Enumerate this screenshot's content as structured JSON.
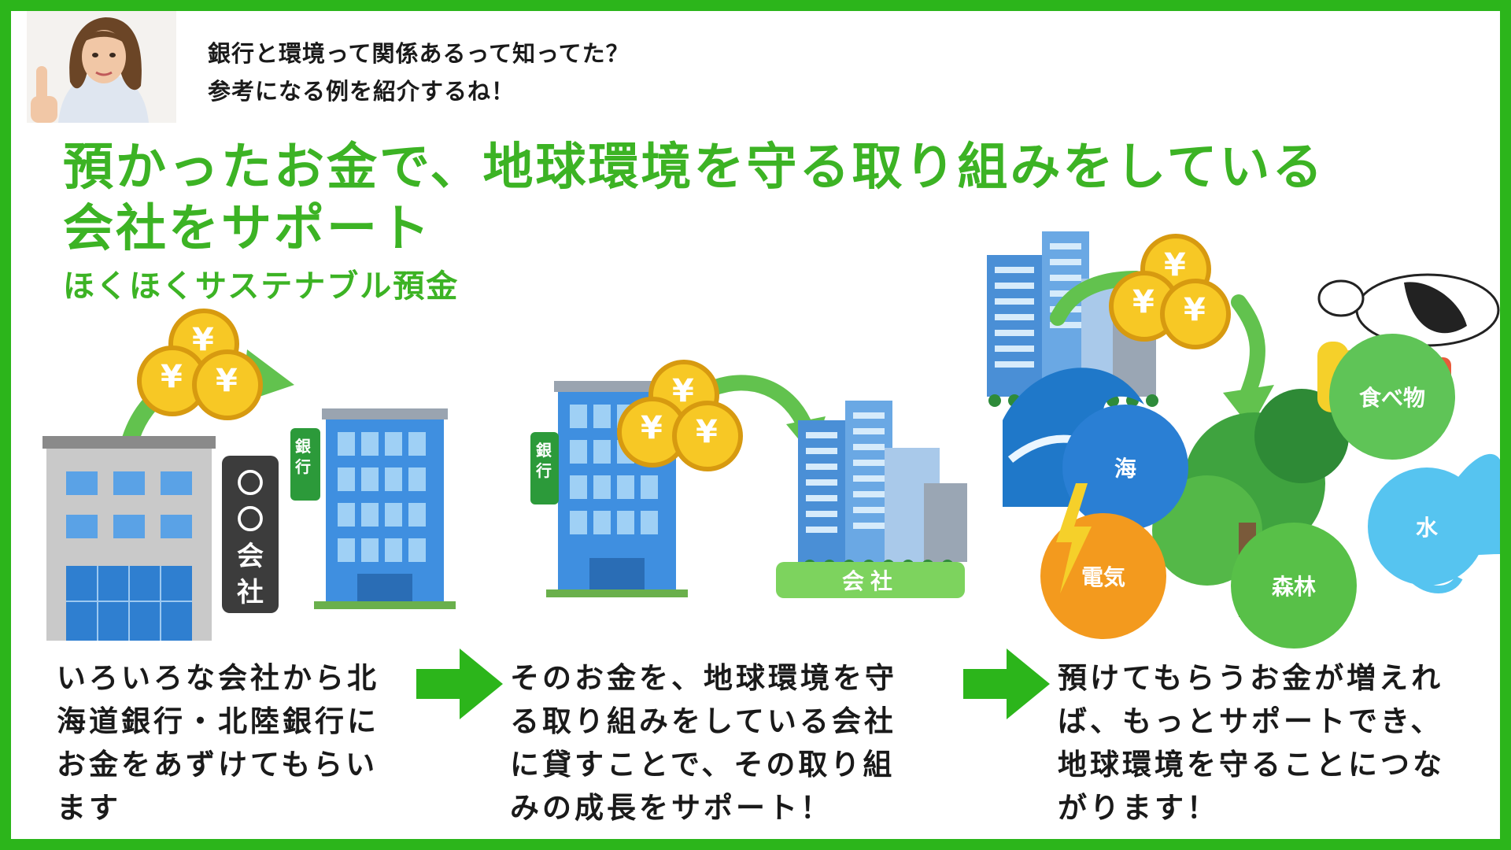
{
  "intro": {
    "line1": "銀行と環境って関係あるって知ってた？",
    "line2": "参考になる例を紹介するね！"
  },
  "headline": {
    "line1": "預かったお金で、地球環境を守る取り組みをしている",
    "line2": "会社をサポート"
  },
  "subtitle": "ほくほくサステナブル預金",
  "panel1": {
    "company_sign": [
      "〇",
      "〇",
      "会",
      "社"
    ],
    "bank_sign": "銀行",
    "text": "いろいろな会社から北海道銀行・北陸銀行にお金をあずけてもらいます"
  },
  "panel2": {
    "bank_sign": "銀行",
    "company_label": "会社",
    "text": "そのお金を、地球環境を守る取り組みをしている会社に貸すことで、その取り組みの成長をサポート！"
  },
  "panel3": {
    "circles": {
      "sea": "海",
      "electricity": "電気",
      "forest": "森林",
      "food": "食べ物",
      "water": "水"
    },
    "text": "預けてもらうお金が増えれば、もっとサポートでき、地球環境を守ることにつながります！"
  },
  "coin_symbol": "¥",
  "colors": {
    "frame": "#2cb51b",
    "accent_green": "#3cb324",
    "sea_blue": "#2a7fd4",
    "electric_orange": "#f39a1e",
    "forest_green": "#58c048",
    "food_green": "#5fc457",
    "water_blue": "#56c4f0"
  }
}
